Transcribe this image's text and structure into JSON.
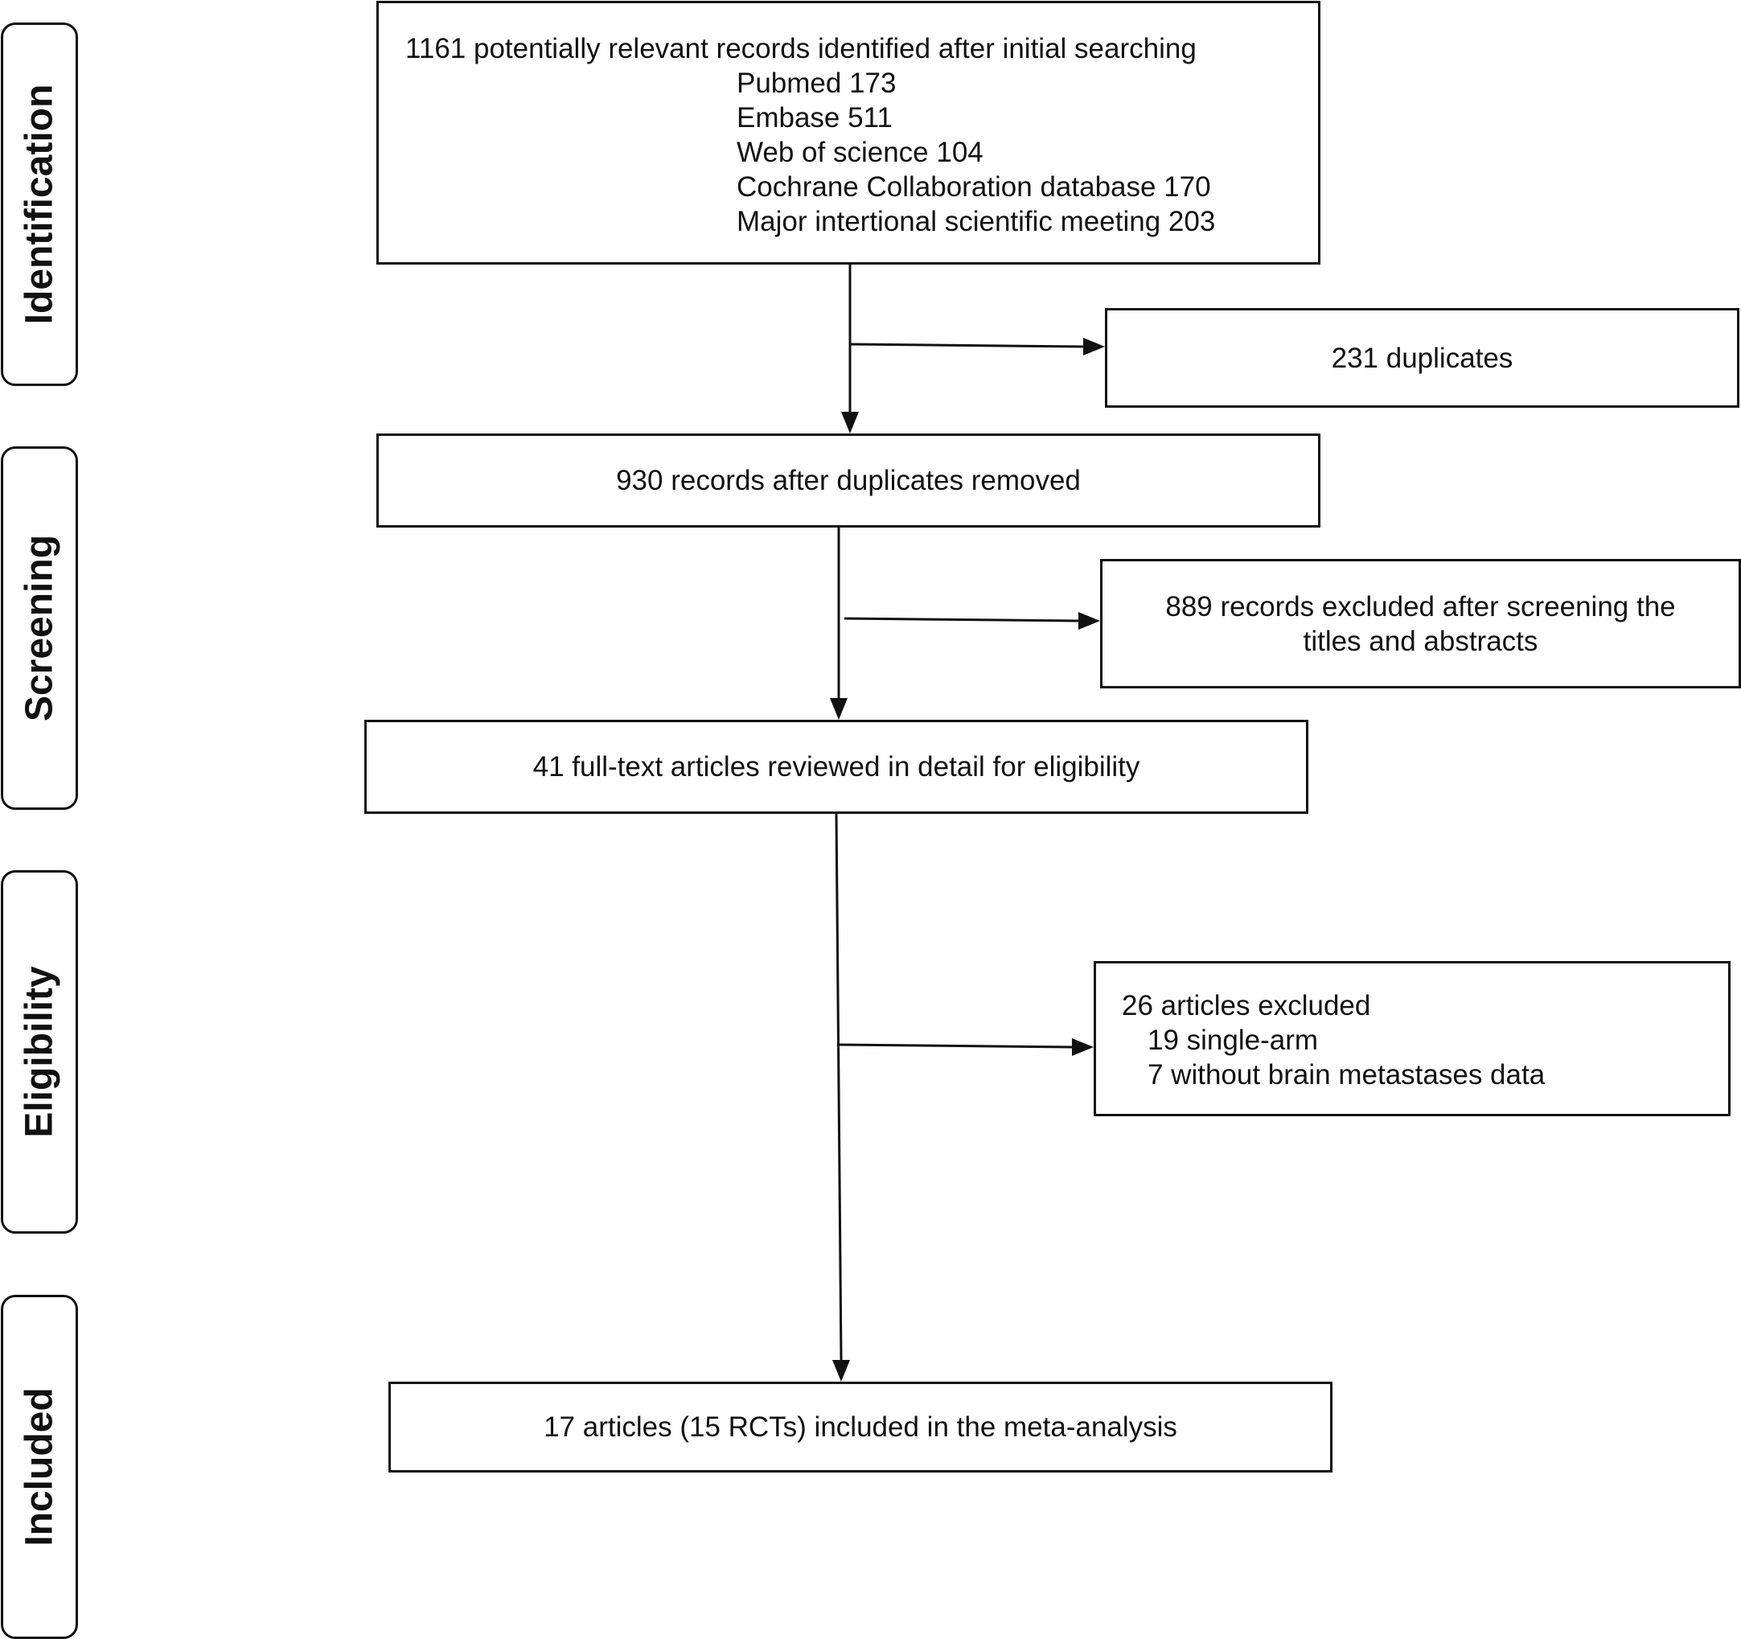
{
  "stages": [
    "Identification",
    "Screening",
    "Eligibility",
    "Included"
  ],
  "boxes": {
    "initial": {
      "title": "1161 potentially relevant records identified after initial searching",
      "sources": [
        "Pubmed 173",
        "Embase 511",
        "Web of science 104",
        "Cochrane Collaboration database 170",
        "Major intertional scientific meeting 203"
      ]
    },
    "duplicates": "231 duplicates",
    "after_duplicates": "930 records after duplicates removed",
    "excluded_screening": [
      "889 records excluded after screening the",
      "titles and abstracts"
    ],
    "full_text": "41 full-text articles reviewed in detail for eligibility",
    "excluded_eligibility": {
      "title": "26 articles excluded",
      "reasons": [
        "19 single-arm",
        "7 without brain metastases data"
      ]
    },
    "included": "17 articles (15 RCTs) included in the meta-analysis"
  }
}
